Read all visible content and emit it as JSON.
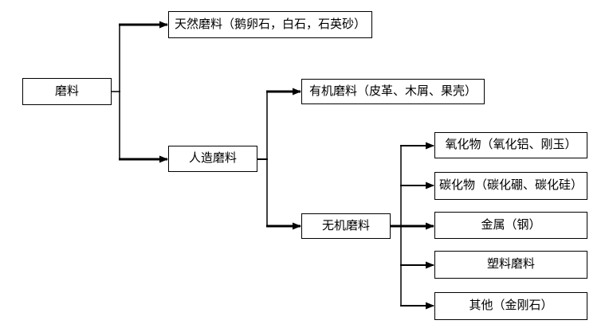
{
  "diagram": {
    "type": "flowchart-tree",
    "colors": {
      "background": "#ffffff",
      "line": "#000000",
      "box_border": "#000000",
      "box_fill": "#ffffff",
      "text": "#000000"
    },
    "nodes": {
      "root": {
        "label": "磨料"
      },
      "natural": {
        "label": "天然磨料（鹅卵石，白石，石英砂）"
      },
      "artificial": {
        "label": "人造磨料"
      },
      "organic": {
        "label": "有机磨料（皮革、木屑、果壳）"
      },
      "inorganic": {
        "label": "无机磨料"
      },
      "oxide": {
        "label": "氧化物（氧化铝、刚玉）"
      },
      "carbide": {
        "label": "碳化物（碳化硼、碳化硅）"
      },
      "metal": {
        "label": "金属（钢）"
      },
      "plastic": {
        "label": "塑料磨料"
      },
      "other": {
        "label": "其他（金刚石）"
      }
    },
    "edges": [
      {
        "from": "root",
        "to": "natural"
      },
      {
        "from": "root",
        "to": "artificial"
      },
      {
        "from": "artificial",
        "to": "organic"
      },
      {
        "from": "artificial",
        "to": "inorganic"
      },
      {
        "from": "inorganic",
        "to": "oxide"
      },
      {
        "from": "inorganic",
        "to": "carbide"
      },
      {
        "from": "inorganic",
        "to": "metal"
      },
      {
        "from": "inorganic",
        "to": "plastic"
      },
      {
        "from": "inorganic",
        "to": "other"
      }
    ]
  }
}
